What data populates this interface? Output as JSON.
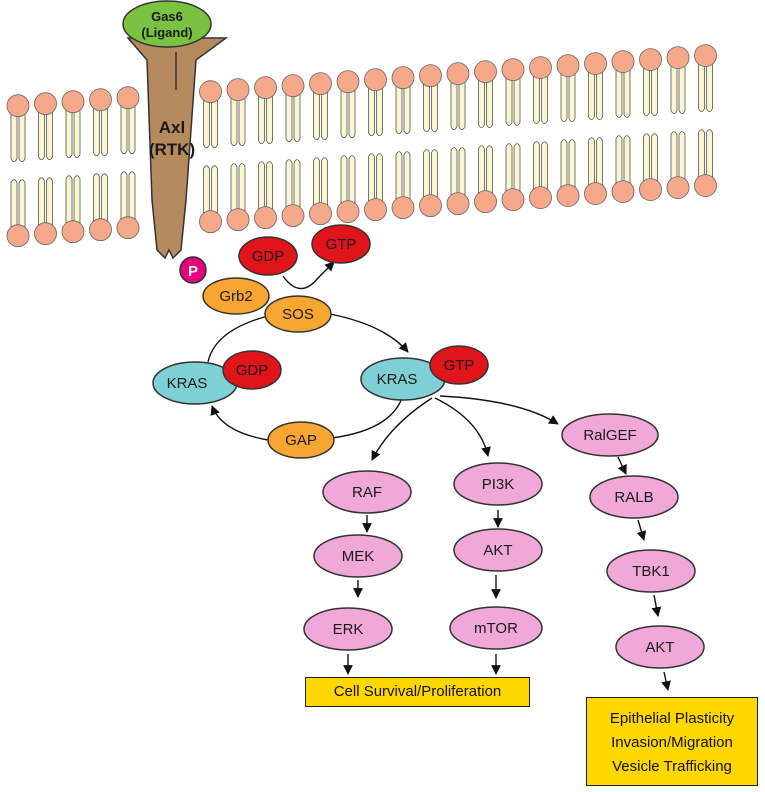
{
  "membrane": {
    "receptor_label_line1": "Axl",
    "receptor_label_line2": "(RTK)",
    "ligand_line1": "Gas6",
    "ligand_line2": "(Ligand)",
    "phospho_label": "P"
  },
  "nodes": {
    "grb2": "Grb2",
    "sos": "SOS",
    "gdp_top": "GDP",
    "gtp_top": "GTP",
    "kras_left": "KRAS",
    "gdp_left": "GDP",
    "kras_right": "KRAS",
    "gtp_right": "GTP",
    "gap": "GAP",
    "raf": "RAF",
    "mek": "MEK",
    "erk": "ERK",
    "pi3k": "PI3K",
    "akt_mid": "AKT",
    "mtor": "mTOR",
    "ralgef": "RalGEF",
    "ralb": "RALB",
    "tbk1": "TBK1",
    "akt_right": "AKT"
  },
  "outcomes": {
    "survival": "Cell Survival/Proliferation",
    "plasticity_line1": "Epithelial Plasticity",
    "plasticity_line2": "Invasion/Migration",
    "plasticity_line3": "Vesicle Trafficking"
  },
  "colors": {
    "lipid_head": "#f5a98a",
    "lipid_tail": "#fbf6d2",
    "receptor": "#b58a5e",
    "ligand": "#7cc242",
    "phospho": "#e6007e",
    "adaptor": "#f7a631",
    "nucleotide": "#e0141b",
    "kras": "#7fd0d6",
    "kinase": "#f0a8d8",
    "outcome_box": "#ffd700"
  }
}
